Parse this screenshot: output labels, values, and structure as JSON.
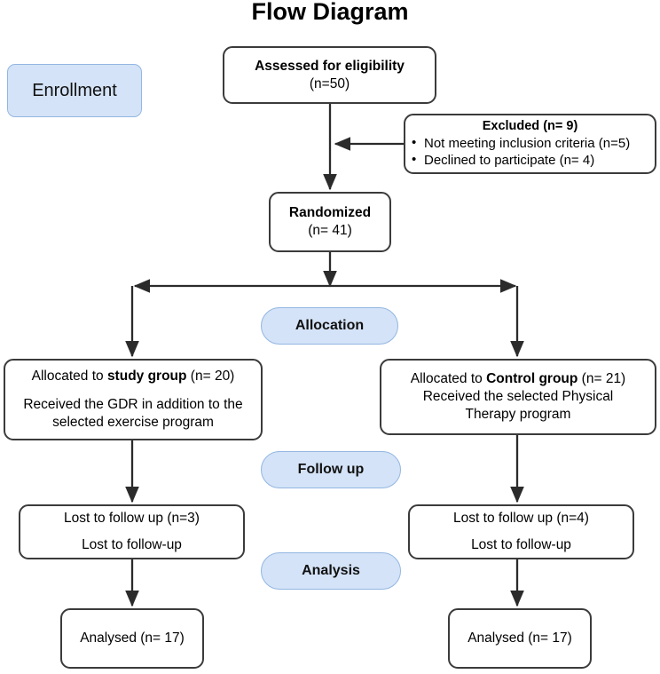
{
  "title": "Flow Diagram",
  "colors": {
    "stage_fill": "#d4e3f7",
    "stage_border": "#93b6e2",
    "node_border": "#3b3b3b",
    "edge": "#2b2b2b",
    "background": "#ffffff"
  },
  "stages": {
    "enrollment": "Enrollment",
    "allocation": "Allocation",
    "follow_up": "Follow up",
    "analysis": "Analysis"
  },
  "nodes": {
    "assessed": {
      "line1": "Assessed for eligibility",
      "line2": "(n=50)"
    },
    "excluded": {
      "heading": "Excluded  (n= 9)",
      "bullets": [
        "Not meeting inclusion criteria (n=5)",
        "Declined to participate (n= 4)"
      ]
    },
    "randomized": {
      "line1": "Randomized",
      "line2": "(n= 41)"
    },
    "allocated_study": {
      "prefix": "Allocated to ",
      "emphasis": "study group",
      "suffix": " (n= 20)",
      "line2": "Received the GDR in addition to the",
      "line3": "selected exercise program"
    },
    "allocated_control": {
      "prefix": "Allocated to ",
      "emphasis": "Control group",
      "suffix": " (n= 21)",
      "line2": "Received the selected Physical",
      "line3": "Therapy program"
    },
    "lost_left": {
      "line1": "Lost to follow up (n=3)",
      "line2": "Lost to follow-up"
    },
    "lost_right": {
      "line1": "Lost to follow up (n=4)",
      "line2": "Lost to follow-up"
    },
    "analysed_left": {
      "line1": "Analysed (n= 17)"
    },
    "analysed_right": {
      "line1": "Analysed (n= 17)"
    }
  }
}
